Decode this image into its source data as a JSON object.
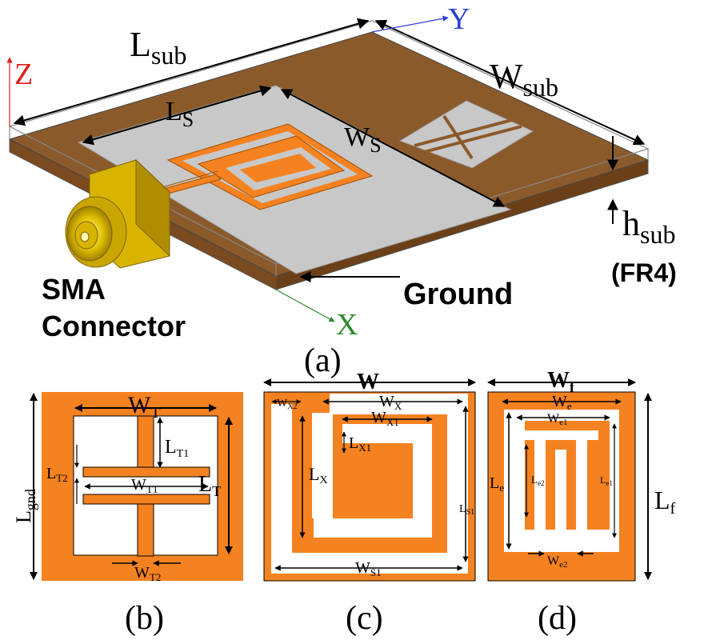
{
  "top": {
    "axis_x": "X",
    "axis_y": "Y",
    "axis_z": "Z",
    "l_sub_main": "L",
    "l_sub_sub": "sub",
    "w_sub_main": "W",
    "w_sub_sub": "sub",
    "h_sub_main": "h",
    "h_sub_sub": "sub",
    "fr4_label": "(FR4)",
    "ls_main": "L",
    "ls_sub": "S",
    "ws_main": "W",
    "ws_sub": "S",
    "sma_line1": "SMA",
    "sma_line2": "Connector",
    "ground_label": "Ground"
  },
  "captions": {
    "a": "(a)",
    "b": "(b)",
    "c": "(c)",
    "d": "(d)"
  },
  "panel_b": {
    "wt_main": "W",
    "wt_sub": "T",
    "lt1_main": "L",
    "lt1_sub": "T1",
    "lt2_main": "L",
    "lt2_sub": "T2",
    "wt1_main": "W",
    "wt1_sub": "T1",
    "lt_main": "L",
    "lt_sub": "T",
    "wt2_main": "W",
    "wt2_sub": "T2",
    "lgnd_main": "L",
    "lgnd_sub": "gnd"
  },
  "panel_c": {
    "w_label": "W",
    "wx2_main": "W",
    "wx2_sub": "X2",
    "wx_main": "W",
    "wx_sub": "X",
    "wx1_main": "W",
    "wx1_sub": "X1",
    "lx1_main": "L",
    "lx1_sub": "X1",
    "lx_main": "L",
    "lx_sub": "X",
    "ls1_main": "L",
    "ls1_sub": "S1",
    "ws1_main": "W",
    "ws1_sub": "S1"
  },
  "panel_d": {
    "wf_main": "W",
    "wf_sub": "f",
    "we_main": "W",
    "we_sub": "e",
    "we1_main": "W",
    "we1_sub": "e1",
    "le_main": "L",
    "le_sub": "e",
    "le2_main": "L",
    "le2_sub": "e2",
    "le1_main": "L",
    "le1_sub": "e1",
    "we2_main": "W",
    "we2_sub": "e2",
    "lf_main": "L",
    "lf_sub": "f"
  },
  "colors": {
    "copper": "#f58220",
    "substrate": "#8b5a2b",
    "ground_plane": "#c8c8c8",
    "axis_x": "#2e8b2e",
    "axis_y": "#2c3fd8",
    "axis_z": "#e02020",
    "connector": "#d8b400"
  }
}
